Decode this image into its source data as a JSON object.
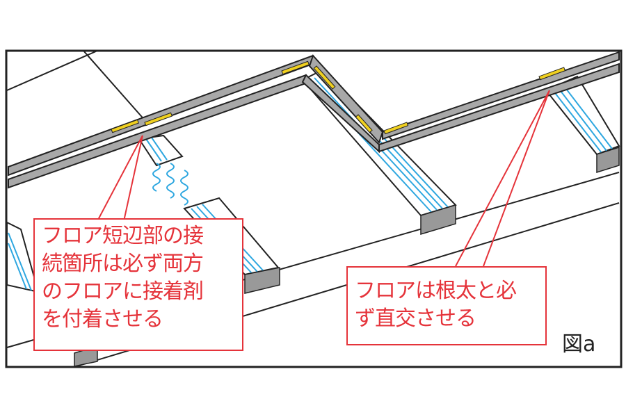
{
  "figure_label": "図a",
  "callouts": [
    {
      "lines": [
        "フロア短辺部の接",
        "続箇所は必ず両方",
        "のフロアに接着剤",
        "を付着させる"
      ]
    },
    {
      "lines": [
        "フロアは根太と必",
        "ず直交させる"
      ]
    }
  ],
  "colors": {
    "accent": "#e5333a",
    "joist": "#2ea7e0",
    "adhesive": "#f0d020",
    "edge": "#a0a0a0"
  }
}
